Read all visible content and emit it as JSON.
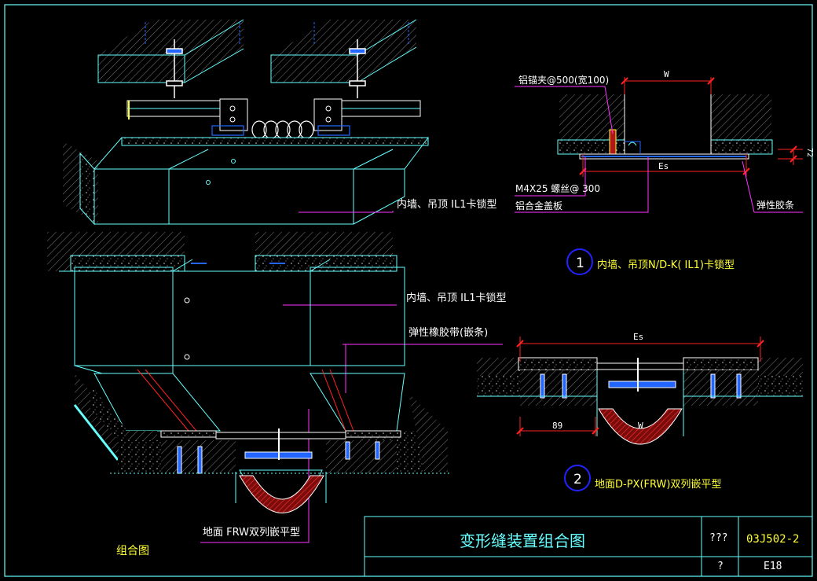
{
  "drawing_title": "变形缝装置组合图",
  "atlas_code": "03J502-2",
  "page_no": "E18",
  "titleblock_q1": "???",
  "titleblock_q2": "?",
  "overview_caption": "组合图",
  "left_labels": {
    "label_ceiling": "内墙、吊顶 IL1卡锁型",
    "label_wall": "内墙、吊顶 IL1卡锁型",
    "label_rubber": "弹性橡胶带(嵌条)",
    "label_floor": "地面 FRW双列嵌平型"
  },
  "detail1": {
    "number": "1",
    "title": "内墙、吊顶N/D-K( IL1)卡锁型",
    "dim_w": "W",
    "dim_es": "Es",
    "dim_72": "72",
    "note_clip": "铝锚夹@500(宽100)",
    "note_screw": "M4X25 螺丝@ 300",
    "note_plate": "铝合金盖板",
    "note_rubber": "弹性胶条"
  },
  "detail2": {
    "number": "2",
    "title": "地面D-PX(FRW)双列嵌平型",
    "dim_es": "Es",
    "dim_89": "89",
    "dim_w": "W"
  },
  "colors": {
    "frame": "#66ffff",
    "line_white": "#ffffff",
    "label_yellow": "#ffff33",
    "dim_red": "#ff2222",
    "hatch_grey": "#8a8a8a",
    "circle_blue": "#2222ff",
    "seal_red": "#b01818",
    "steel_blue": "#2266ff",
    "leader_magenta": "#ff33ff"
  }
}
